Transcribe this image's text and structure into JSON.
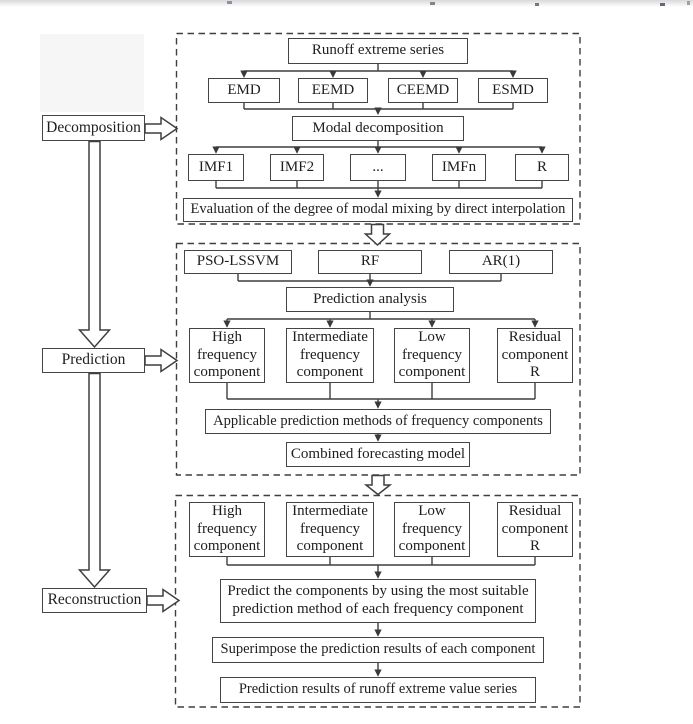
{
  "figure": {
    "stages": {
      "decomposition": "Decomposition",
      "prediction": "Prediction",
      "reconstruction": "Reconstruction"
    },
    "decomposition_panel": {
      "source": "Runoff extreme series",
      "methods": [
        "EMD",
        "EEMD",
        "CEEMD",
        "ESMD"
      ],
      "modal": "Modal decomposition",
      "modes": [
        "IMF1",
        "IMF2",
        "...",
        "IMFn",
        "R"
      ],
      "evaluation": "Evaluation of the degree of modal mixing by direct interpolation"
    },
    "prediction_panel": {
      "models": [
        "PSO-LSSVM",
        "RF",
        "AR(1)"
      ],
      "analysis": "Prediction analysis",
      "components": [
        "High\nfrequency\ncomponent",
        "Intermediate\nfrequency\ncomponent",
        "Low\nfrequency\ncomponent",
        "Residual\ncomponent\nR"
      ],
      "applicable": "Applicable prediction methods of frequency components",
      "combined": "Combined forecasting model"
    },
    "reconstruction_panel": {
      "components": [
        "High\nfrequency\ncomponent",
        "Intermediate\nfrequency\ncomponent",
        "Low\nfrequency\ncomponent",
        "Residual\ncomponent\nR"
      ],
      "predict": "Predict the components by using the most suitable\nprediction method of each frequency component",
      "superimpose": "Superimpose the prediction results of each component",
      "results": "Prediction results of runoff extreme value series"
    },
    "colors": {
      "line": "#3f3f3f",
      "text": "#1e1e1e",
      "background": "#ffffff"
    }
  }
}
